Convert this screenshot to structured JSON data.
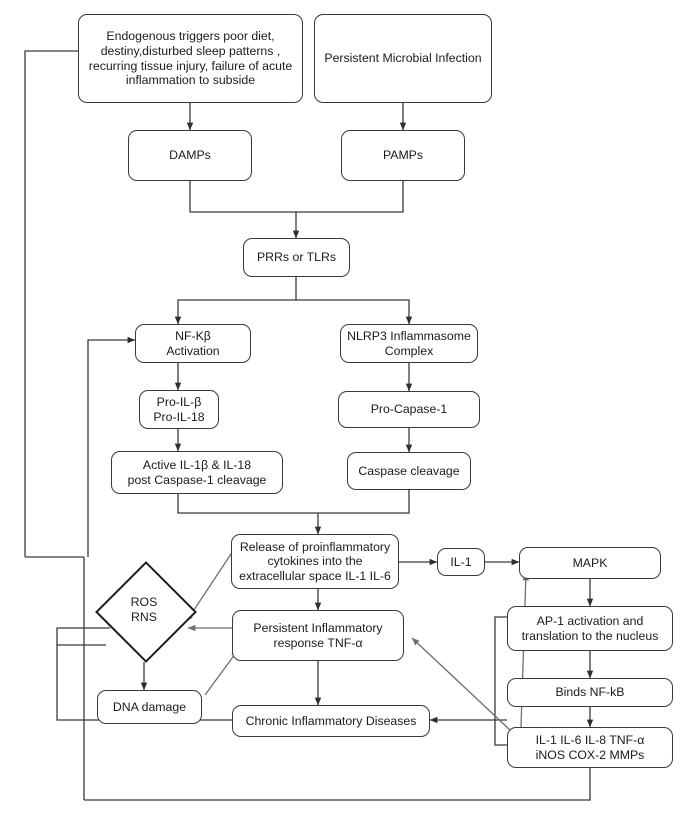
{
  "diagram": {
    "title": "Chronic inflammation signalling pathway flowchart",
    "line_color": "#3a3a3a",
    "diagonal_color": "#7d7d7d",
    "text_color": "#1b1b1b",
    "background": "#ffffff",
    "nodes": {
      "endogenous_triggers": "Endogenous triggers poor diet, destiny,disturbed sleep patterns , recurring tissue injury, failure of acute inflammation to subside",
      "endogenous_triggers_lines": [
        "Endogenous triggers poor diet,",
        "destiny,disturbed sleep patterns ,",
        "recurring tissue injury, failure of acute",
        "inflammation to subside"
      ],
      "persistent_microbial_infection": "Persistent Microbial Infection",
      "damps": "DAMPs",
      "pamps": "PAMPs",
      "prrs_or_tlrs": "PRRs or TLRs",
      "nfkb_activation_lines": [
        "NF-Kβ",
        "Activation"
      ],
      "nlrp3_lines": [
        "NLRP3 Inflammasome",
        "Complex"
      ],
      "pro_il_lines": [
        "Pro-IL-β",
        "Pro-IL-18"
      ],
      "pro_capase_1": "Pro-Capase-1",
      "active_il_lines": [
        "Active IL-1β & IL-18",
        "post Caspase-1 cleavage"
      ],
      "caspase_cleavage": "Caspase cleavage",
      "release_lines": [
        "Release of proinflammatory",
        "cytokines into the",
        "extracellular space IL-1 IL-6"
      ],
      "il_1": "IL-1",
      "mapk": "MAPK",
      "ros_rns_lines": [
        "ROS",
        "RNS"
      ],
      "persistent_inflammatory_lines": [
        "Persistent Inflammatory",
        "response TNF-α"
      ],
      "ap1_lines": [
        "AP-1 activation and",
        "translation to the nucleus"
      ],
      "dna_damage": "DNA damage",
      "binds_nfkb": "Binds NF-kB",
      "chronic_inflammatory_diseases": "Chronic Inflammatory Diseases",
      "cytokine_panel_lines": [
        "IL-1 IL-6 IL-8 TNF-α",
        "iNOS COX-2 MMPs"
      ]
    }
  }
}
